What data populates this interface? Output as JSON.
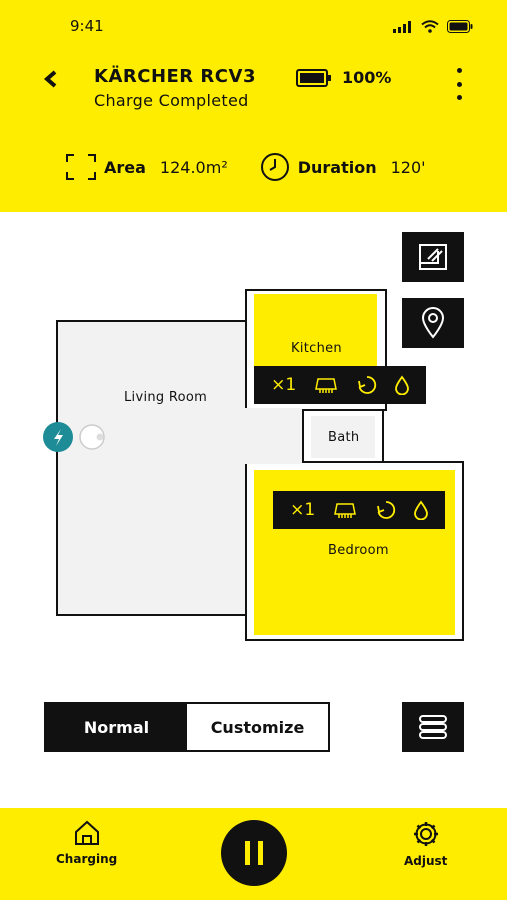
{
  "status_bar": {
    "time": "9:41"
  },
  "header": {
    "device_name": "KÄRCHER RCV3",
    "device_status": "Charge Completed",
    "battery_level": "100%",
    "stats": {
      "area_label": "Area",
      "area_value": "124.0m²",
      "duration_label": "Duration",
      "duration_value": "120'"
    }
  },
  "map": {
    "rooms": {
      "living_room": "Living Room",
      "kitchen": "Kitchen",
      "bath": "Bath",
      "bedroom": "Bedroom"
    },
    "kitchen_toolbar": {
      "passes": "×1"
    },
    "bedroom_toolbar": {
      "passes": "×1"
    }
  },
  "mode": {
    "normal": "Normal",
    "customize": "Customize",
    "selected": "Normal"
  },
  "bottom_nav": {
    "left_label": "Charging",
    "right_label": "Adjust"
  },
  "colors": {
    "accent": "#FFED00",
    "dark": "#111111",
    "dock": "#1E8C96",
    "floor": "#F2F2F2"
  }
}
